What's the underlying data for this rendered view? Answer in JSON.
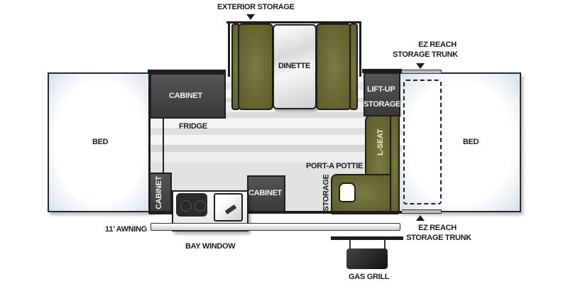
{
  "floorplan": {
    "labels": {
      "exterior_storage": "EXTERIOR STORAGE",
      "dinette": "DINETTE",
      "ez_reach_top_line1": "EZ REACH",
      "ez_reach_top_line2": "STORAGE TRUNK",
      "ez_reach_bottom_line1": "EZ REACH",
      "ez_reach_bottom_line2": "STORAGE TRUNK",
      "bed_left": "BED",
      "bed_right": "BED",
      "cabinet_top": "CABINET",
      "fridge": "FRIDGE",
      "lift_up_line1": "LIFT-UP",
      "lift_up_line2": "STORAGE",
      "l_seat": "L-SEAT",
      "port_a_pottie": "PORT-A POTTIE",
      "storage_vertical": "STORAGE",
      "cabinet_vertical": "CABINET",
      "cabinet_bottom": "CABINET",
      "awning": "11’ AWNING",
      "bay_window": "BAY WINDOW",
      "gas_grill": "GAS GRILL"
    },
    "colors": {
      "seat_green": "#66662f",
      "cabinet_dark": "#474747",
      "bed_edge": "#d6e2ea",
      "outline": "#1e1e1e"
    }
  }
}
